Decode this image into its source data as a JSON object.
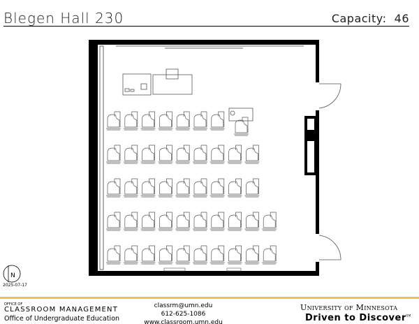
{
  "header": {
    "room": "Blegen Hall 230",
    "capacity_label": "Capacity:",
    "capacity": "46"
  },
  "plan": {
    "seating_rows": [
      7,
      9,
      9,
      10,
      10
    ],
    "accessible_seats": 1,
    "compass_label": "N",
    "date": "2025-07-17"
  },
  "footer": {
    "office_of": "OFFICE OF",
    "office_name": "CLASSROOM MANAGEMENT",
    "office_sub": "Office of Undergraduate Education",
    "email": "classrm@umn.edu",
    "phone": "612-625-1086",
    "website": "www.classroom.umn.edu",
    "university": "University of Minnesota",
    "tagline": "Driven to Discover",
    "tagline_mark": "SM",
    "accent_color": "#f0bf4c"
  }
}
